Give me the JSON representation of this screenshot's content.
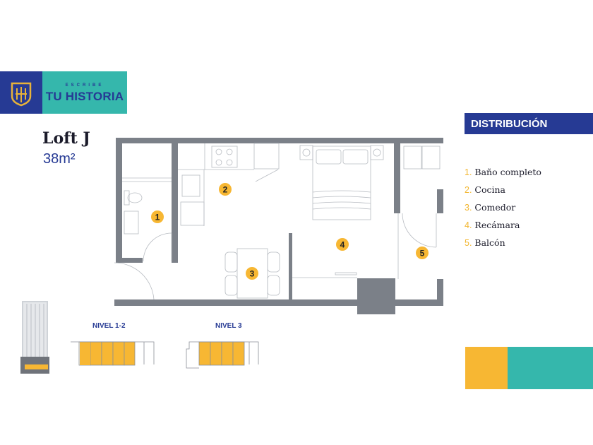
{
  "brand": {
    "small": "ESCRIBE",
    "big": "TU HISTORIA"
  },
  "unit": {
    "name": "Loft J",
    "area": "38m²"
  },
  "distribution": {
    "heading": "DISTRIBUCIÓN",
    "items": [
      {
        "num": "1.",
        "label": "Baño completo"
      },
      {
        "num": "2.",
        "label": "Cocina"
      },
      {
        "num": "3.",
        "label": "Comedor"
      },
      {
        "num": "4.",
        "label": "Recámara"
      },
      {
        "num": "5.",
        "label": "Balcón"
      }
    ]
  },
  "plan_badges": [
    "1",
    "2",
    "3",
    "4",
    "5"
  ],
  "levels": [
    {
      "label": "NIVEL 1-2"
    },
    {
      "label": "NIVEL 3"
    }
  ],
  "colors": {
    "navy": "#263a94",
    "teal": "#35b7ac",
    "gold": "#f7b733",
    "wall": "#7b8088"
  }
}
